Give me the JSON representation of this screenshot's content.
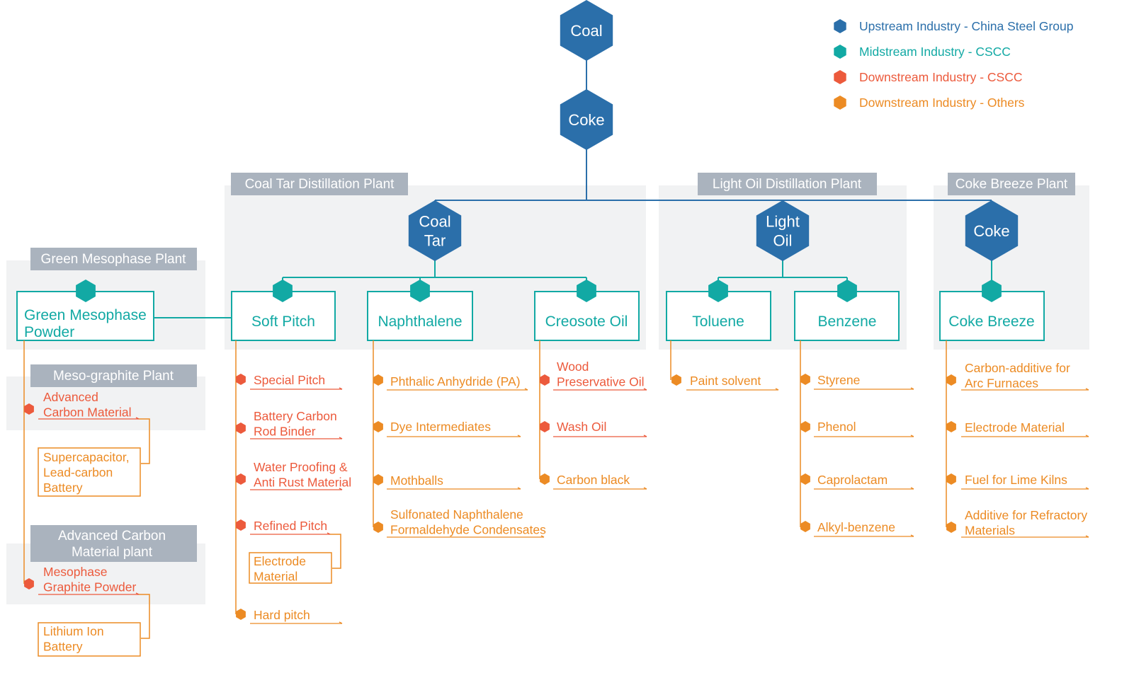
{
  "colors": {
    "upstream": "#2B6FAA",
    "midstream": "#12A9A4",
    "downstream_cscc": "#EC5A3C",
    "downstream_others": "#EC8B24",
    "plant_bg": "#F1F2F3",
    "plant_label_bg": "#AAB3BE"
  },
  "legend": [
    {
      "label": "Upstream Industry - China Steel Group",
      "color": "#2B6FAA"
    },
    {
      "label": "Midstream Industry - CSCC",
      "color": "#12A9A4"
    },
    {
      "label": "Downstream Industry - CSCC",
      "color": "#EC5A3C"
    },
    {
      "label": "Downstream Industry - Others",
      "color": "#EC8B24"
    }
  ],
  "upstream": {
    "coal": "Coal",
    "coke": "Coke",
    "coal_tar": "Coal Tar",
    "light_oil": "Light Oil",
    "coke_right": "Coke"
  },
  "plants": {
    "coal_tar_distillation": "Coal Tar Distillation Plant",
    "light_oil_distillation": "Light Oil Distillation Plant",
    "coke_breeze": "Coke Breeze Plant",
    "green_mesophase": "Green Mesophase Plant",
    "meso_graphite": "Meso-graphite Plant",
    "advanced_carbon": "Advanced Carbon Material plant"
  },
  "midstream": {
    "green_mesophase_powder": "Green Mesophase Powder",
    "soft_pitch": "Soft Pitch",
    "naphthalene": "Naphthalene",
    "creosote_oil": "Creosote Oil",
    "toluene": "Toluene",
    "benzene": "Benzene",
    "coke_breeze": "Coke Breeze"
  },
  "products": {
    "advanced_carbon_material": "Advanced Carbon Material",
    "supercapacitor": "Supercapacitor, Lead-carbon Battery",
    "mesophase_graphite_powder": "Mesophase Graphite Powder",
    "lithium_ion_battery": "Lithium Ion Battery",
    "special_pitch": "Special Pitch",
    "battery_carbon_rod_binder": "Battery Carbon Rod Binder",
    "water_proofing": "Water Proofing & Anti Rust Material",
    "refined_pitch": "Refined Pitch",
    "electrode_material_box": "Electrode Material",
    "hard_pitch": "Hard pitch",
    "phthalic_anhydride": "Phthalic Anhydride (PA)",
    "dye_intermediates": "Dye Intermediates",
    "mothballs": "Mothballs",
    "sulfonated": "Sulfonated Naphthalene Formaldehyde Condensates",
    "wood_preservative_oil": "Wood Preservative Oil",
    "wash_oil": "Wash Oil",
    "carbon_black": "Carbon black",
    "paint_solvent": "Paint solvent",
    "styrene": "Styrene",
    "phenol": "Phenol",
    "caprolactam": "Caprolactam",
    "alkyl_benzene": "Alkyl-benzene",
    "carbon_additive": "Carbon-additive for Arc Furnaces",
    "electrode_material": "Electrode Material",
    "fuel_lime_kilns": "Fuel for Lime Kilns",
    "additive_refractory": "Additive for Refractory Materials"
  }
}
